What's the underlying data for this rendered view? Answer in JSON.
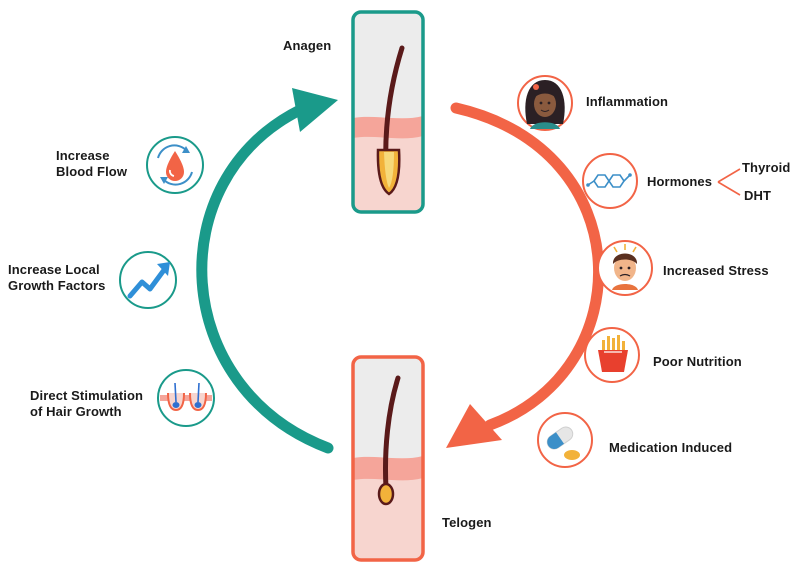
{
  "phases": {
    "anagen": "Anagen",
    "telogen": "Telogen"
  },
  "left_factors": {
    "blood_flow": {
      "line1": "Increase",
      "line2": "Blood Flow",
      "icon": "blood-drop-cycle-icon"
    },
    "growth_factors": {
      "line1": "Increase Local",
      "line2": "Growth Factors",
      "icon": "trending-up-arrow-icon"
    },
    "stimulation": {
      "line1": "Direct Stimulation",
      "line2": "of Hair Growth",
      "icon": "hair-follicle-icon"
    }
  },
  "right_factors": {
    "inflammation": {
      "label": "Inflammation",
      "icon": "inflamed-woman-face-icon"
    },
    "hormones": {
      "label": "Hormones",
      "icon": "molecule-icon",
      "branches": [
        "Thyroid",
        "DHT"
      ]
    },
    "stress": {
      "label": "Increased Stress",
      "icon": "stressed-man-face-icon"
    },
    "nutrition": {
      "label": "Poor Nutrition",
      "icon": "french-fries-icon"
    },
    "medication": {
      "label": "Medication Induced",
      "icon": "pills-icon"
    }
  },
  "colors": {
    "teal": "#1a9a8a",
    "coral": "#f26446",
    "skin": "#f7d5cf",
    "skin_band": "#f5a59a",
    "card_bg": "#ececec",
    "hair": "#5a1a1a",
    "bulb": "#f2b23a"
  }
}
